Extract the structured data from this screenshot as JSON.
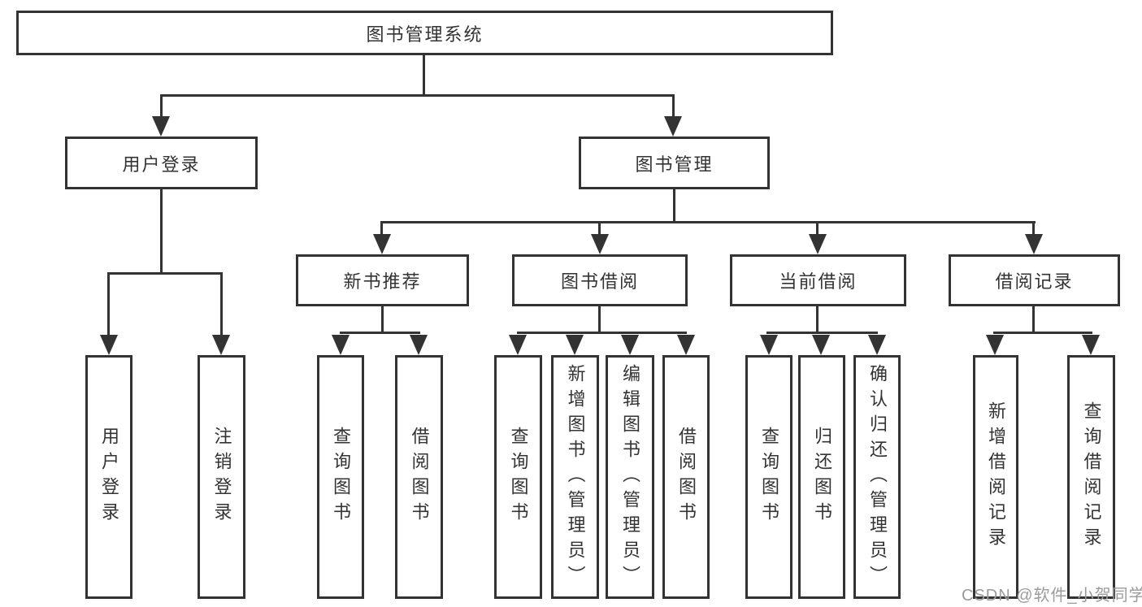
{
  "diagram": {
    "root": {
      "label": "图书管理系统"
    },
    "level2": {
      "user_login": {
        "label": "用户登录"
      },
      "book_management": {
        "label": "图书管理"
      }
    },
    "level3": {
      "new_book_recommend": {
        "label": "新书推荐"
      },
      "book_borrow": {
        "label": "图书借阅"
      },
      "current_borrow": {
        "label": "当前借阅"
      },
      "borrow_record": {
        "label": "借阅记录"
      }
    },
    "leaves": {
      "user_login": {
        "label": "用户登录"
      },
      "logout": {
        "label": "注销登录"
      },
      "query_book_recommend": {
        "label": "查询图书"
      },
      "borrow_book_recommend": {
        "label": "借阅图书"
      },
      "query_book_borrow": {
        "label": "查询图书"
      },
      "add_book_admin": {
        "label": "新增图书（管理员）"
      },
      "edit_book_admin": {
        "label": "编辑图书（管理员）"
      },
      "borrow_book": {
        "label": "借阅图书"
      },
      "query_book_current": {
        "label": "查询图书"
      },
      "return_book": {
        "label": "归还图书"
      },
      "confirm_return_admin": {
        "label": "确认归还（管理员）"
      },
      "add_borrow_record": {
        "label": "新增借阅记录"
      },
      "query_borrow_record": {
        "label": "查询借阅记录"
      }
    },
    "watermark": {
      "text": "CSDN @软件_小贺同学"
    },
    "colors": {
      "line": "#333333",
      "text": "#333333",
      "watermark": "#9b9b9b",
      "background": "#ffffff"
    }
  }
}
